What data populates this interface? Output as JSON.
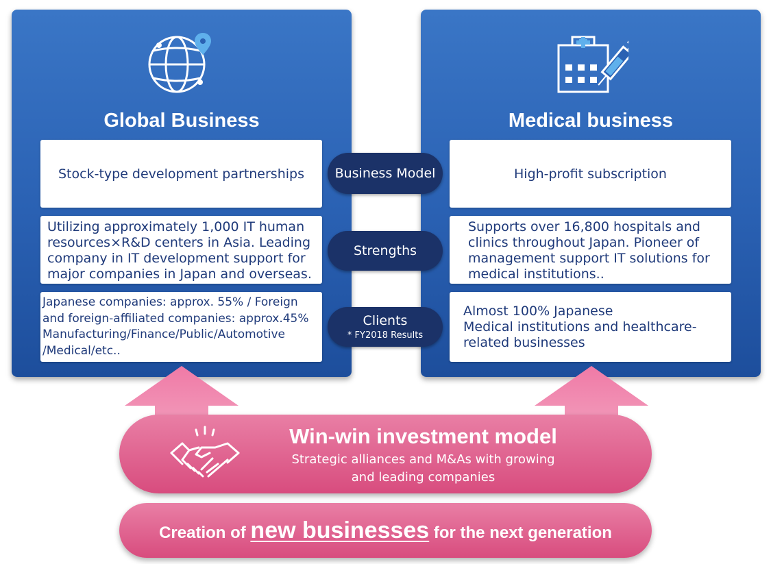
{
  "global": {
    "title": "Global Business",
    "business_model": "Stock-type development partnerships",
    "strengths": "Utilizing approximately 1,000 IT human resources×R&D centers in Asia. Leading company in IT development support for major companies in Japan and overseas.",
    "clients_lines": [
      "Japanese companies: approx. 55% / Foreign",
      "and foreign-affiliated  companies: approx.45%",
      "Manufacturing/Finance/Public/Automotive",
      "/Medical/etc.."
    ]
  },
  "medical": {
    "title": "Medical business",
    "business_model": "High-profit subscription",
    "strengths": "Supports over 16,800 hospitals and clinics throughout Japan. Pioneer of management support IT solutions for medical institutions..",
    "clients_lines": [
      "Almost 100% Japanese",
      "Medical institutions and healthcare-",
      "related businesses"
    ]
  },
  "labels": {
    "business_model": "Business Model",
    "strengths": "Strengths",
    "clients": "Clients",
    "clients_note": "* FY2018 Results"
  },
  "winwin": {
    "title": "Win-win investment model",
    "subtitle_line1": "Strategic alliances and M&As with growing",
    "subtitle_line2": "and leading companies"
  },
  "creation": {
    "prefix": "Creation of ",
    "emphasis": "new businesses",
    "suffix": " for the next generation"
  },
  "colors": {
    "panel_blue": "#2a61b3",
    "pill_navy": "#1b3268",
    "pink": "#d84c7e",
    "text_navy": "#1f3a7a"
  },
  "icons": [
    "globe-pin-icon",
    "hospital-syringe-icon",
    "handshake-icon",
    "up-arrow-icon"
  ]
}
